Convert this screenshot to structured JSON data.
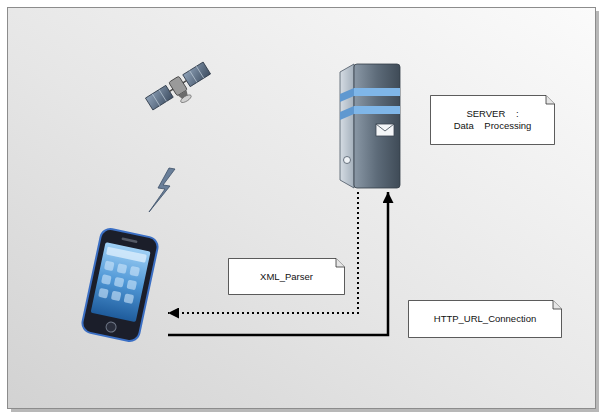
{
  "diagram": {
    "nodes": [
      {
        "text": [
          "SERVER : Data Processing"
        ]
      },
      {
        "text": []
      }
    ],
    "edges": [
      {
        "from": 0,
        "to": 1,
        "arrow": "to",
        "label": "XML_Parser"
      },
      {
        "from": 1,
        "to": 0,
        "arrow": "to",
        "label": "HTTP_URL_Connection"
      }
    ]
  }
}
